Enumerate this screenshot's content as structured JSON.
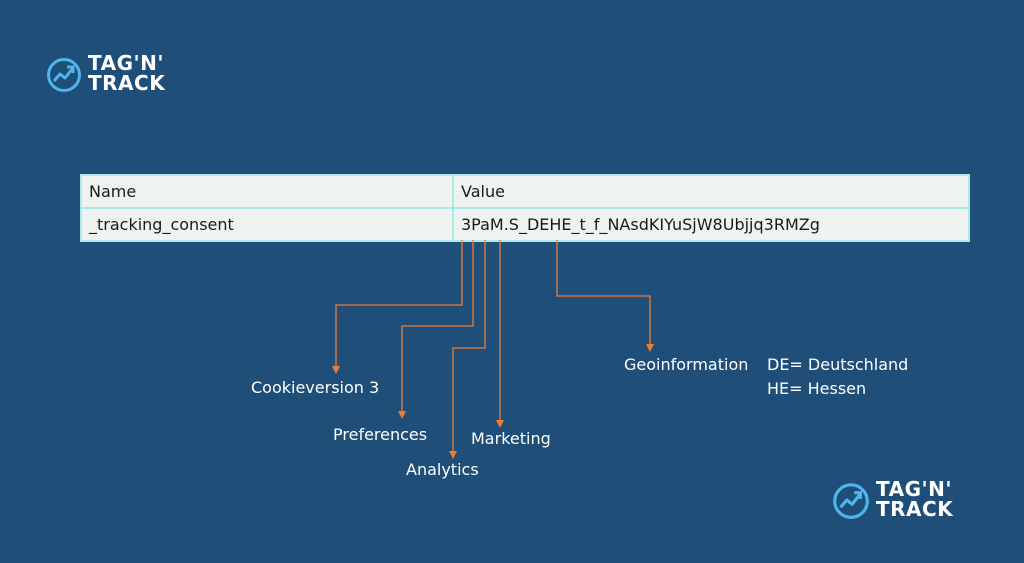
{
  "brand": {
    "line1": "TAG'N'",
    "line2": "TRACK"
  },
  "table": {
    "headers": [
      "Name",
      "Value"
    ],
    "row": {
      "name": "_tracking_consent",
      "value": "3PaM.S_DEHE_t_f_NAsdKIYuSjW8Ubjjq3RMZg"
    }
  },
  "annotations": {
    "cookieversion": "Cookieversion 3",
    "preferences": "Preferences",
    "analytics": "Analytics",
    "marketing": "Marketing",
    "geo_title": "Geoinformation",
    "geo_de": "DE= Deutschland",
    "geo_he": "HE= Hessen"
  },
  "colors": {
    "background": "#1f4e79",
    "arrow": "#ed7d31",
    "table_border": "#a8ece8",
    "table_bg": "#eef3f1"
  },
  "icons": [
    "trend-up-circle-icon"
  ]
}
